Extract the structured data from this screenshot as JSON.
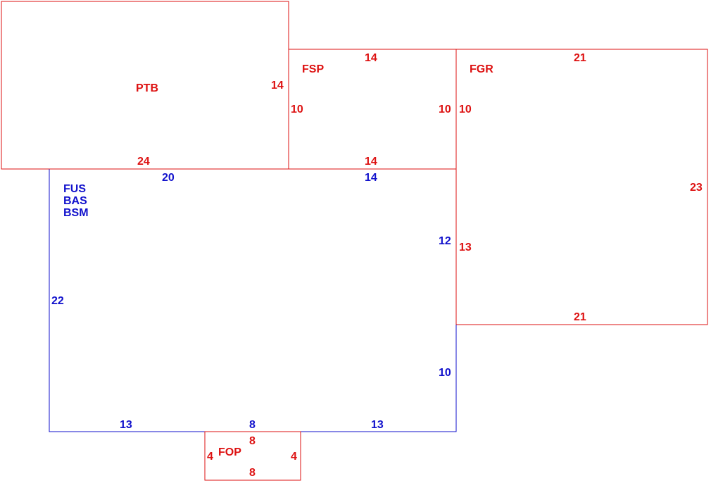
{
  "colors": {
    "red": "#dd1111",
    "blue": "#1111cc",
    "background": "#ffffff"
  },
  "areas": {
    "ptb": {
      "label": "PTB",
      "dims": {
        "top": "",
        "bottom": "24",
        "left": "",
        "right": "14"
      }
    },
    "fsp": {
      "label": "FSP",
      "dims": {
        "top": "14",
        "bottom": "14",
        "left": "10",
        "right": "10"
      }
    },
    "fgr": {
      "label": "FGR",
      "dims": {
        "top": "21",
        "bottom": "21",
        "left_upper": "10",
        "left_lower": "13",
        "right": "23"
      }
    },
    "main": {
      "labels": [
        "FUS",
        "BAS",
        "BSM"
      ],
      "dims": {
        "top_left": "20",
        "top_right": "14",
        "left": "22",
        "right_upper": "12",
        "right_lower": "10",
        "bottom_left": "13",
        "bottom_mid": "8",
        "bottom_right": "13"
      }
    },
    "fop": {
      "label": "FOP",
      "dims": {
        "top": "8",
        "bottom": "8",
        "left": "4",
        "right": "4"
      }
    }
  }
}
